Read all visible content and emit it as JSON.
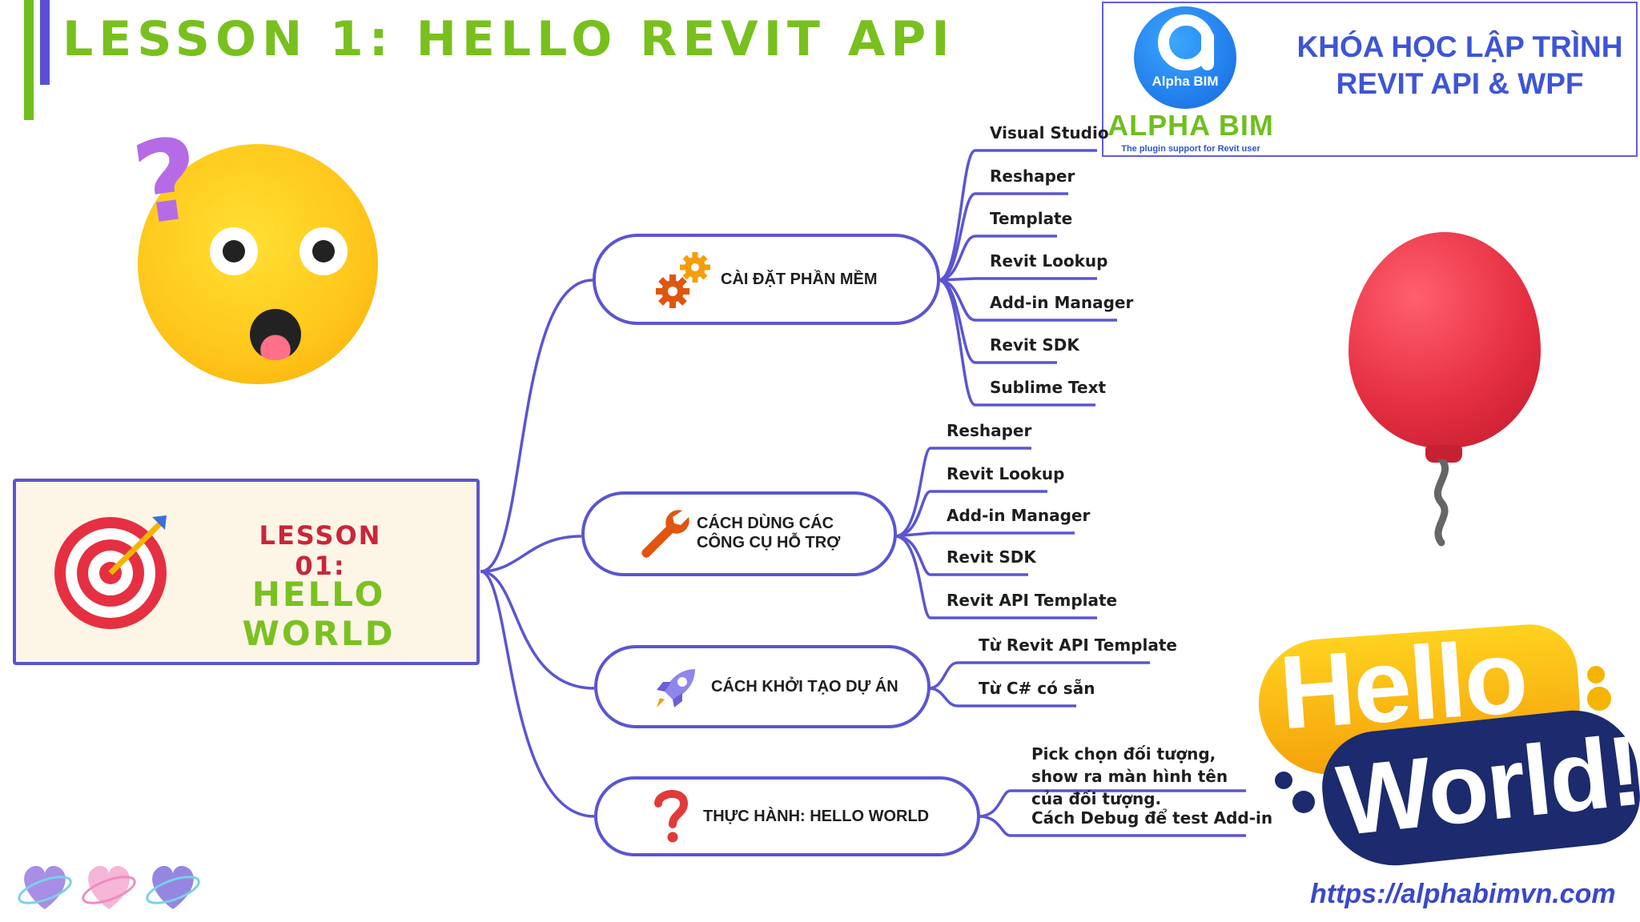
{
  "header": {
    "title": "LESSON 1: HELLO REVIT API"
  },
  "logo": {
    "circle_text": "Alpha BIM",
    "name": "ALPHA BIM",
    "tagline": "The plugin support for Revit user",
    "course_title_line1": "KHÓA HỌC LẬP TRÌNH",
    "course_title_line2": "REVIT API & WPF"
  },
  "root": {
    "label": "LESSON 01:",
    "sublabel": "HELLO WORLD",
    "icon": "target-icon"
  },
  "branches": [
    {
      "label": "CÀI ĐẶT PHẦN MỀM",
      "icon": "gears-icon",
      "leaves": [
        "Visual Studio",
        "Reshaper",
        "Template",
        "Revit Lookup",
        "Add-in Manager",
        "Revit SDK",
        "Sublime Text"
      ]
    },
    {
      "label_line1": "CÁCH DÙNG CÁC",
      "label_line2": "CÔNG CỤ HỖ TRỢ",
      "icon": "wrench-icon",
      "leaves": [
        "Reshaper",
        "Revit Lookup",
        "Add-in Manager",
        "Revit SDK",
        "Revit API Template"
      ]
    },
    {
      "label": "CÁCH KHỞI TẠO DỰ ÁN",
      "icon": "rocket-icon",
      "leaves": [
        "Từ Revit API Template",
        "Từ C# có sẵn"
      ]
    },
    {
      "label": "THỰC HÀNH: HELLO WORLD",
      "icon": "question-icon",
      "leaves": [
        "Pick chọn đối tượng, show ra màn hình tên của đối tượng.",
        "Cách Debug để test Add-in"
      ]
    }
  ],
  "sticker": {
    "line1": "Hello",
    "line2": "World!"
  },
  "footer": {
    "url": "https://alphabimvn.com"
  },
  "colors": {
    "accent_green": "#78c01e",
    "accent_blue": "#5b55d0",
    "lesson_red": "#c8263b"
  }
}
